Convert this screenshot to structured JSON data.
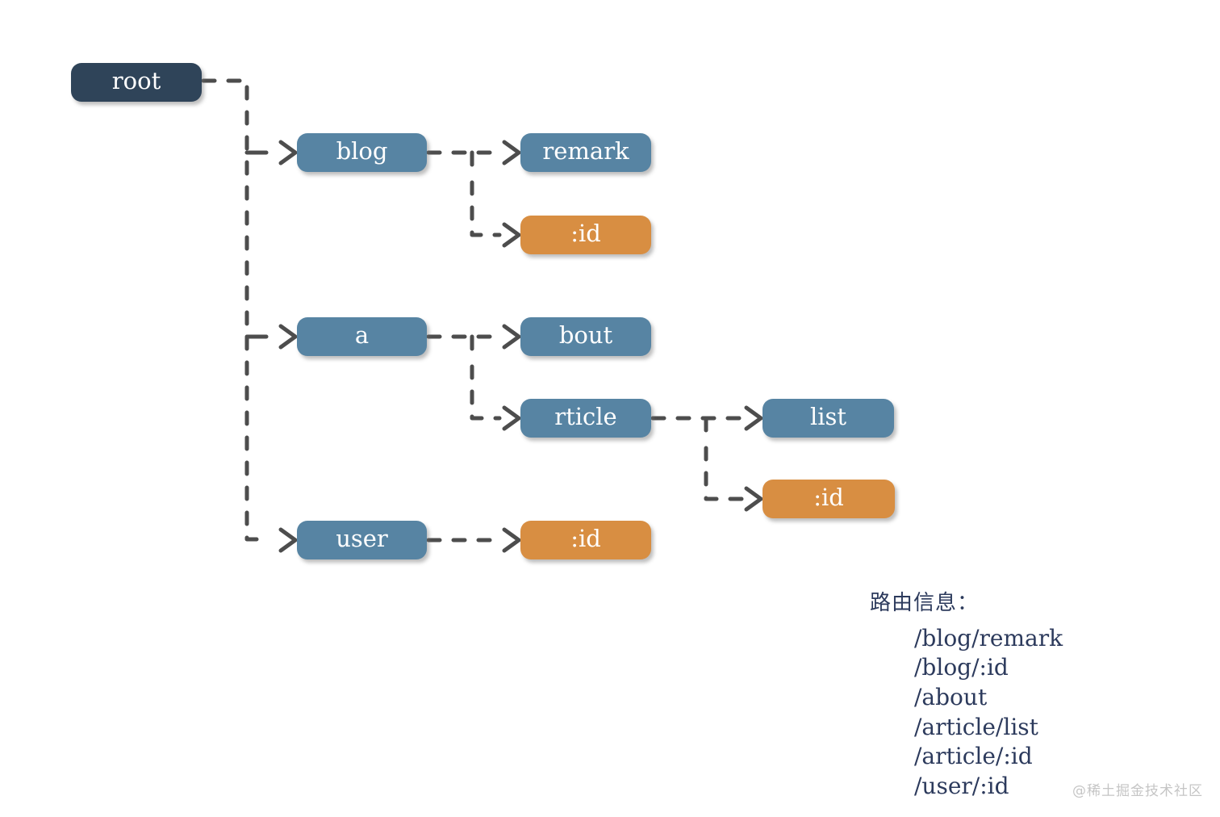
{
  "diagram": {
    "title_hint": "route tree",
    "nodes": [
      {
        "id": "root",
        "label": "root",
        "kind": "root"
      },
      {
        "id": "blog",
        "label": "blog",
        "kind": "route"
      },
      {
        "id": "remark",
        "label": "remark",
        "kind": "route"
      },
      {
        "id": "blog-id",
        "label": ":id",
        "kind": "param"
      },
      {
        "id": "a",
        "label": "a",
        "kind": "route"
      },
      {
        "id": "bout",
        "label": "bout",
        "kind": "route"
      },
      {
        "id": "rticle",
        "label": "rticle",
        "kind": "route"
      },
      {
        "id": "list",
        "label": "list",
        "kind": "route"
      },
      {
        "id": "article-id",
        "label": ":id",
        "kind": "param"
      },
      {
        "id": "user",
        "label": "user",
        "kind": "route"
      },
      {
        "id": "user-id",
        "label": ":id",
        "kind": "param"
      }
    ],
    "edges": [
      "root->blog",
      "root->a",
      "root->user",
      "blog->remark",
      "blog->:id",
      "a->bout",
      "a->rticle",
      "rticle->list",
      "rticle->:id",
      "user->:id"
    ],
    "colors": {
      "root_node": "#2f4459",
      "route_node": "#5784a3",
      "param_node": "#d88e42",
      "connector": "#4d4d4d",
      "node_text": "#ffffff"
    }
  },
  "routes_panel": {
    "title": "路由信息：",
    "routes": [
      "/blog/remark",
      "/blog/:id",
      "/about",
      "/article/list",
      "/article/:id",
      "/user/:id"
    ],
    "text_color": "#2c3a5c"
  },
  "watermark": {
    "text": "@稀土掘金技术社区",
    "color": "#c5c5c5"
  }
}
